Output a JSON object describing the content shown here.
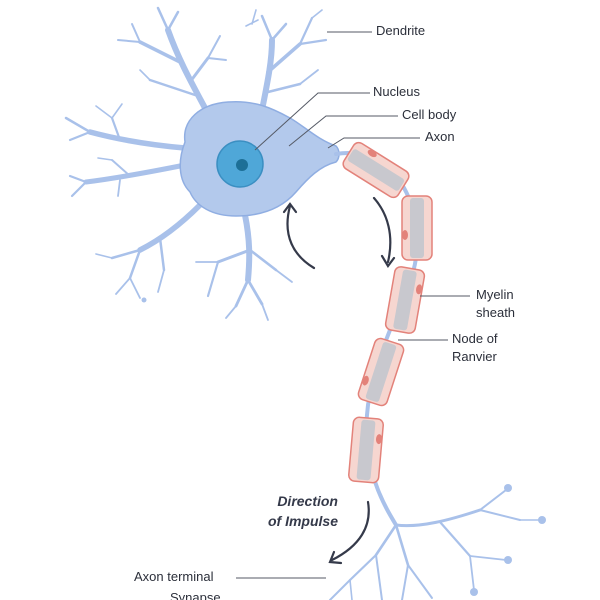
{
  "labels": {
    "dendrite": "Dendrite",
    "nucleus": "Nucleus",
    "cell_body": "Cell body",
    "axon": "Axon",
    "myelin_line1": "Myelin",
    "myelin_line2": "sheath",
    "node_line1": "Node of",
    "node_line2": "Ranvier",
    "impulse_line1": "Direction",
    "impulse_line2": "of Impulse",
    "axon_terminal": "Axon terminal",
    "synapse": "Synapse"
  },
  "colors": {
    "neuron_fill": "#b3c9ec",
    "neuron_stroke": "#90aee2",
    "nucleus_fill": "#4fa7d8",
    "nucleus_core": "#1d6f97",
    "myelin_fill": "#f6d6d0",
    "myelin_stroke": "#e3827a",
    "axon_core": "#c8c8ce",
    "leader": "#555a66",
    "arrow": "#353a4a"
  }
}
